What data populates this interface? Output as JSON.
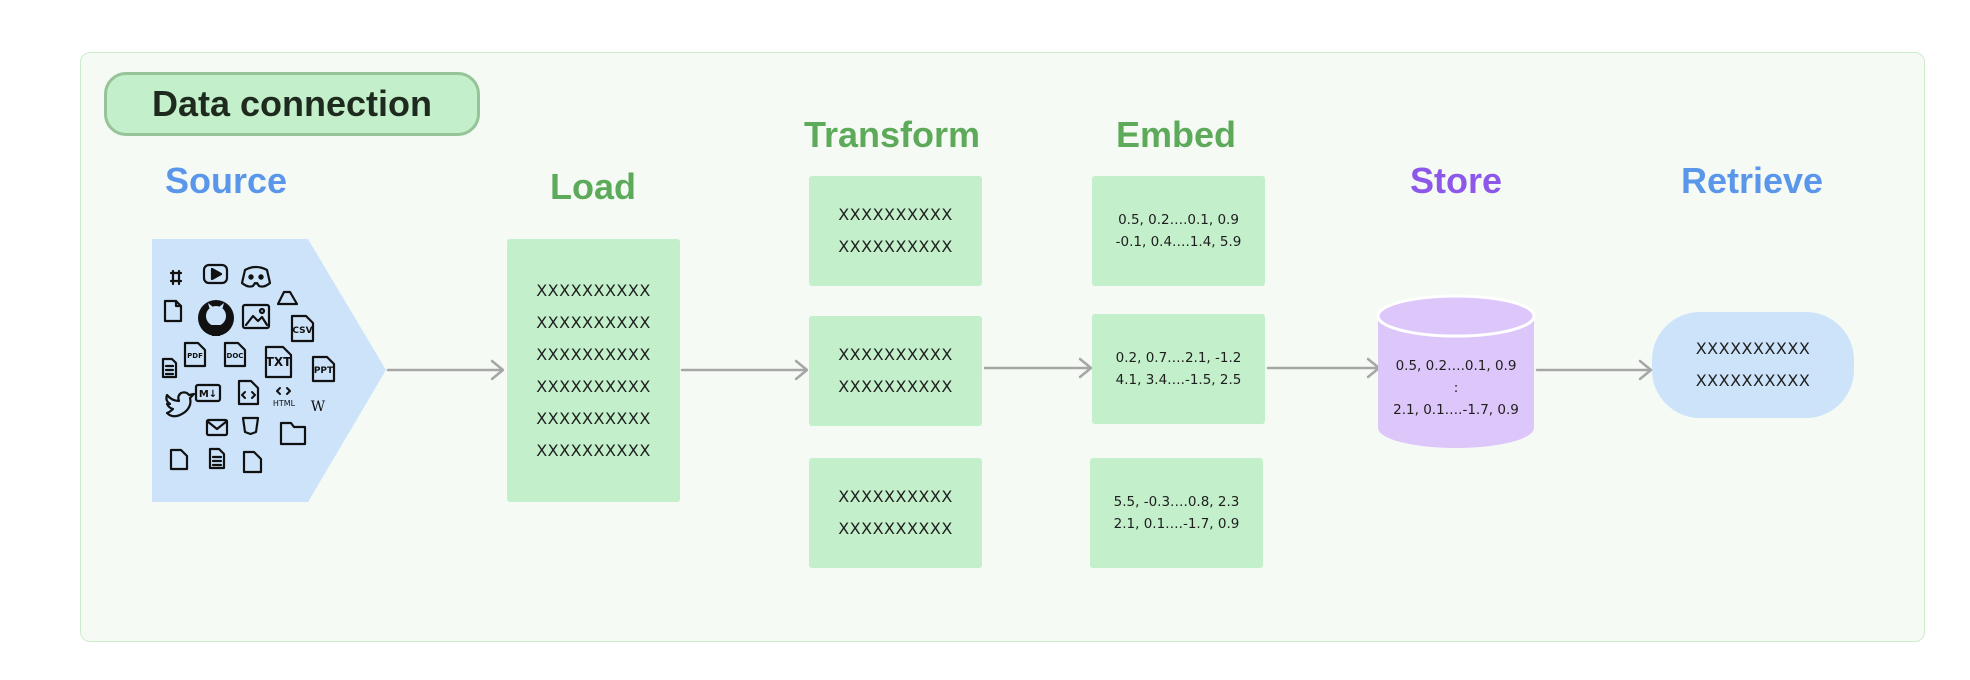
{
  "title": "Data connection",
  "stages": {
    "source": "Source",
    "load": "Load",
    "transform": "Transform",
    "embed": "Embed",
    "store": "Store",
    "retrieve": "Retrieve"
  },
  "load_lines": [
    "XXXXXXXXXX",
    "XXXXXXXXXX",
    "XXXXXXXXXX",
    "XXXXXXXXXX",
    "XXXXXXXXXX",
    "XXXXXXXXXX"
  ],
  "transform_chunks": [
    [
      "XXXXXXXXXX",
      "XXXXXXXXXX"
    ],
    [
      "XXXXXXXXXX",
      "XXXXXXXXXX"
    ],
    [
      "XXXXXXXXXX",
      "XXXXXXXXXX"
    ]
  ],
  "embed_vectors": [
    [
      "0.5, 0.2….0.1, 0.9",
      "-0.1, 0.4….1.4, 5.9"
    ],
    [
      "0.2, 0.7….2.1, -1.2",
      "4.1, 3.4….-1.5, 2.5"
    ],
    [
      "5.5, -0.3….0.8, 2.3",
      "2.1, 0.1….-1.7, 0.9"
    ]
  ],
  "store_lines": [
    "0.5, 0.2….0.1, 0.9",
    ":",
    "2.1, 0.1….-1.7, 0.9"
  ],
  "retrieve_lines": [
    "XXXXXXXXXX",
    "XXXXXXXXXX"
  ],
  "source_icon_labels": {
    "pdf": "PDF",
    "doc": "DOC",
    "txt": "TXT",
    "ppt": "PPT",
    "csv": "CSV",
    "md": "M↓",
    "html": "HTML",
    "wiki": "W"
  },
  "colors": {
    "green_box": "#c3efca",
    "blue_box": "#cce3fa",
    "purple_cylinder": "#dcc6fa",
    "heading_blue": "#5a97ea",
    "heading_green": "#5daa5a",
    "heading_purple": "#8d58ea",
    "arrow": "#a6a6a6"
  }
}
